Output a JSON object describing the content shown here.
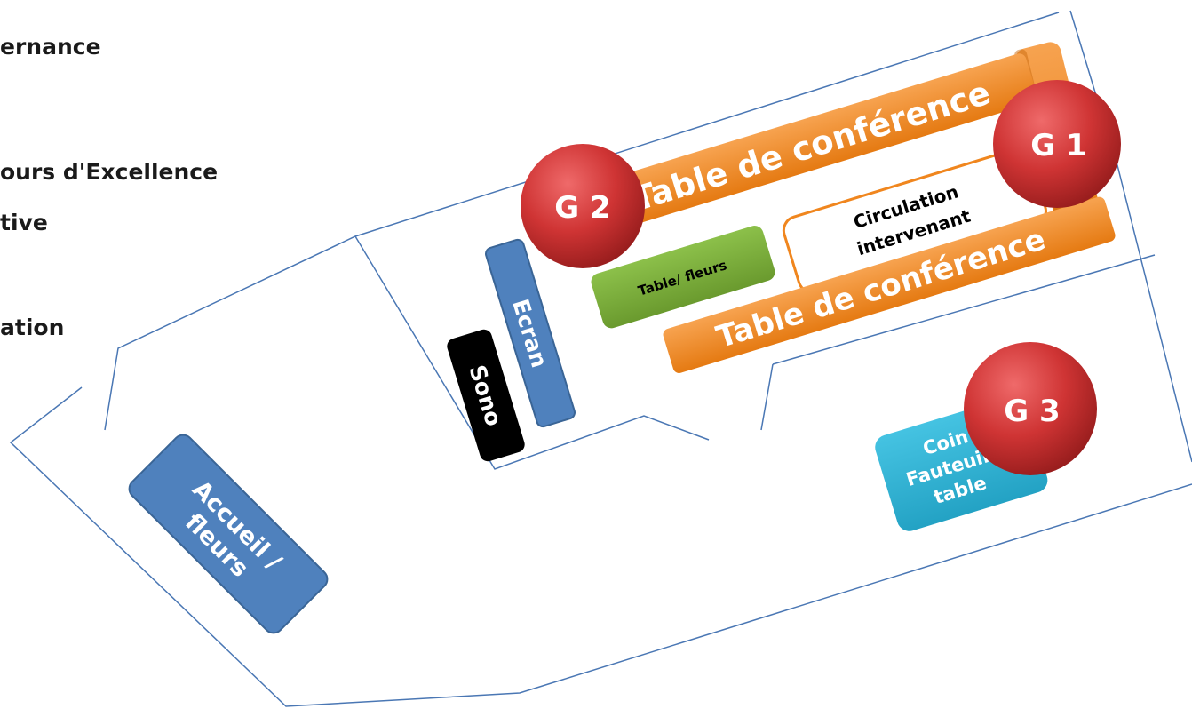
{
  "side_text": {
    "line1": "ernance",
    "line2": "ours d'Excellence",
    "line3": "tive",
    "line4": "ation"
  },
  "plan": {
    "table_top": "Table de conférence",
    "table_bottom": "Table de conférence",
    "circulation_line1": "Circulation",
    "circulation_line2": "intervenant",
    "table_fleurs": "Table/ fleurs",
    "ecran": "Ecran",
    "sono": "Sono",
    "accueil_line1": "Accueil /",
    "accueil_line2": "fleurs",
    "coin_line1": "Coin",
    "coin_line2": "Fauteuils",
    "coin_line3": "table"
  },
  "groups": {
    "g1": "G 1",
    "g2": "G 2",
    "g3": "G 3"
  },
  "colors": {
    "orange": "#f0861e",
    "orange_dark": "#d9730f",
    "blue": "#4f81bd",
    "green": "#77a83a",
    "cyan": "#31b2d4",
    "red": "#d43b3b",
    "outline": "#4a77b4"
  }
}
